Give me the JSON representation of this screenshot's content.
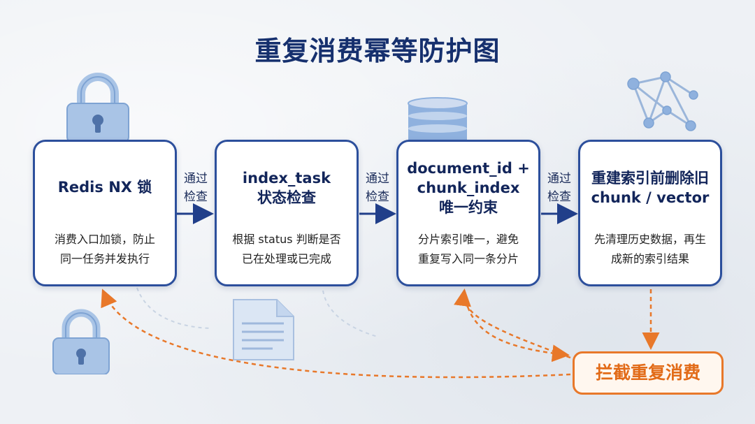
{
  "title": "重复消费幂等防护图",
  "steps": [
    {
      "title_lines": [
        "Redis NX 锁"
      ],
      "desc_lines": [
        "消费入口加锁，防止",
        "同一任务并发执行"
      ]
    },
    {
      "title_lines": [
        "index_task",
        "状态检查"
      ],
      "desc_lines": [
        "根据 status 判断是否",
        "已在处理或已完成"
      ]
    },
    {
      "title_lines": [
        "document_id +",
        "chunk_index",
        "唯一约束"
      ],
      "desc_lines": [
        "分片索引唯一，避免",
        "重复写入同一条分片"
      ]
    },
    {
      "title_lines": [
        "重建索引前删除旧",
        "chunk / vector"
      ],
      "desc_lines": [
        "先清理历史数据，再生",
        "成新的索引结果"
      ]
    }
  ],
  "connector_label_lines": [
    "通过",
    "检查"
  ],
  "intercept_label": "拦截重复消费",
  "colors": {
    "accent": "#16306e",
    "card_border": "#2c4f9c",
    "intercept": "#e8782a",
    "icon_fill": "#a9c4e6"
  },
  "icons": [
    "lock-icon",
    "document-icon",
    "database-icon",
    "network-icon"
  ]
}
